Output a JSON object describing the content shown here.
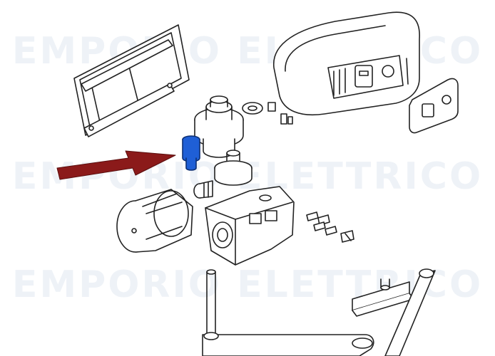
{
  "watermark": {
    "text": "EMPORIO ELETTRICO",
    "color": "#eef2f7"
  },
  "diagram": {
    "highlight_color": "#1f5fd6",
    "arrow_color": "#8b1a1a",
    "line_color": "#222222",
    "icons": [
      "mounting-bracket",
      "gear-cover",
      "control-panel",
      "bushing",
      "gear-shaft",
      "gear-wheel",
      "worm-gear",
      "motor",
      "gearbox-housing",
      "screws",
      "drive-arm",
      "wall-bracket"
    ]
  }
}
